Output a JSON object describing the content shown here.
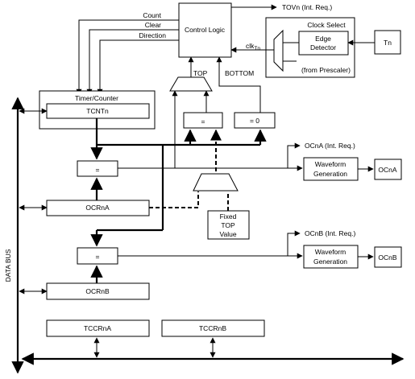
{
  "labels": {
    "tovn": "TOVn (Int. Req.)",
    "count": "Count",
    "clear": "Clear",
    "direction": "Direction",
    "control_logic": "Control Logic",
    "clk": "clk",
    "clk_sub": "Tn",
    "clock_select": "Clock Select",
    "edge_detector_1": "Edge",
    "edge_detector_2": "Detector",
    "tn": "Tn",
    "from_prescaler": "(from Prescaler)",
    "top": "TOP",
    "bottom": "BOTTOM",
    "timer_counter": "Timer/Counter",
    "tcntn": "TCNTn",
    "eq_top": "=",
    "eq_zero": "= 0",
    "eq_a": "=",
    "eq_b": "=",
    "ocna_int": "OCnA (Int. Req.)",
    "ocnb_int": "OCnB (Int. Req.)",
    "waveform_a_1": "Waveform",
    "waveform_a_2": "Generation",
    "waveform_b_1": "Waveform",
    "waveform_b_2": "Generation",
    "ocna": "OCnA",
    "ocnb": "OCnB",
    "ocrna": "OCRnA",
    "ocrnb": "OCRnB",
    "fixed_top_1": "Fixed",
    "fixed_top_2": "TOP",
    "fixed_top_3": "Value",
    "tccrna": "TCCRnA",
    "tccrnb": "TCCRnB",
    "data_bus": "DATA BUS"
  }
}
